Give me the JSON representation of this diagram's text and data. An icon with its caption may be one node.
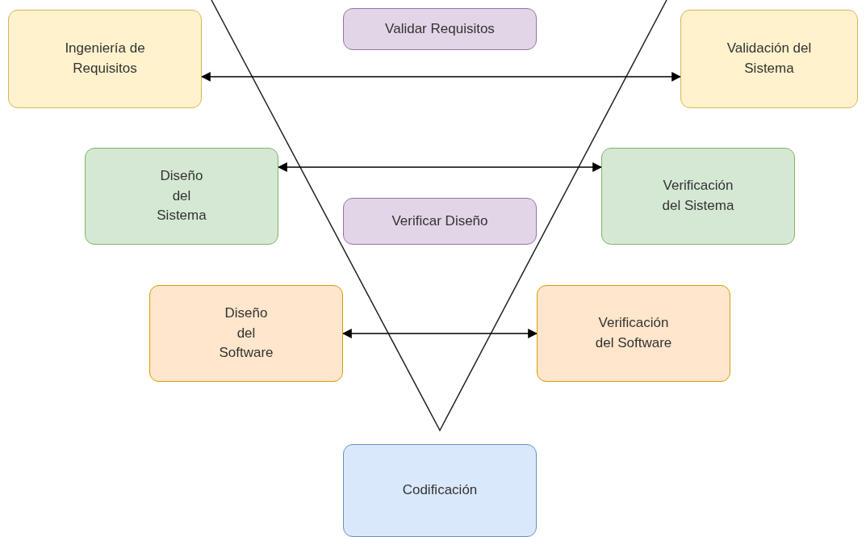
{
  "diagram": {
    "nodes": [
      {
        "text": [
          "Ingeniería de Requisitos"
        ]
      },
      {
        "text": [
          "Validar Requisitos"
        ]
      },
      {
        "text": [
          "Validación del Sistema"
        ]
      },
      {
        "text": [
          "Diseño del Sistema"
        ]
      },
      {
        "text": [
          "Verificar Diseño"
        ]
      },
      {
        "text": [
          "Verificación del Sistema"
        ]
      },
      {
        "text": [
          "Diseño del Software"
        ]
      },
      {
        "text": [
          "Verificación del Software"
        ]
      },
      {
        "text": [
          "Codificación"
        ]
      }
    ],
    "edges": [
      {
        "from": 0,
        "to": 2,
        "arrow": "both"
      },
      {
        "from": 3,
        "to": 5,
        "arrow": "both"
      },
      {
        "from": 6,
        "to": 7,
        "arrow": "both"
      }
    ]
  }
}
